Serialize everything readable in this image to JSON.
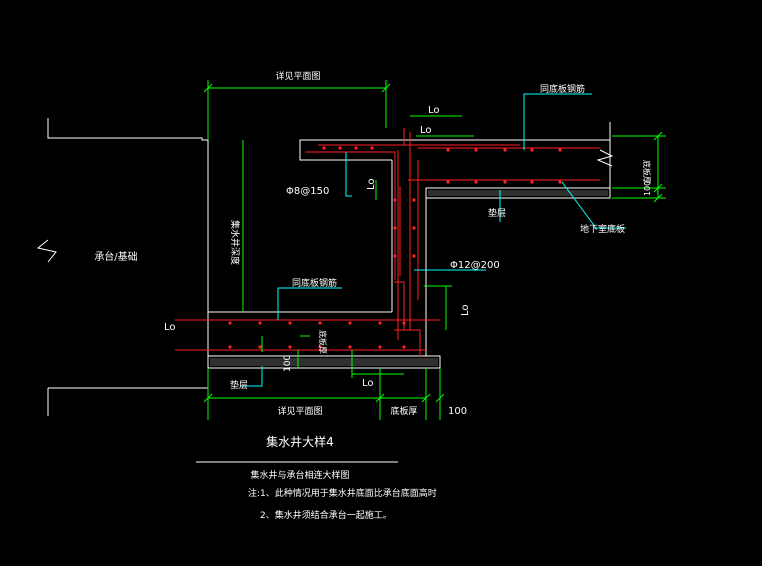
{
  "drawing": {
    "title": "集水井大样4",
    "subtitle": "集水井与承台相连大样图",
    "notes": [
      "注:1、此种情况用于集水井底面比承台底面高时",
      "2、集水井须结合承台一起施工。"
    ]
  },
  "labels": {
    "top_dim": "详见平面图",
    "bottom_dim_left": "详见平面图",
    "bottom_dim_right": "底板厚",
    "dim_100": "100",
    "dim_100_right": "100",
    "dim_108": "100",
    "plate_thickness_right": "底板厚",
    "pit_depth": "集水井深度",
    "cap_label": "承台/基础",
    "rebar_top": "同底板钢筋",
    "rebar_mid": "同底板钢筋",
    "rebar_phi8": "Φ8@150",
    "rebar_phi12": "Φ12@200",
    "slab_label": "地下室底板",
    "cushion_top": "垫层",
    "cushion_bottom": "垫层",
    "plate_thick_mid": "底板厚",
    "lo_1": "Lo",
    "lo_2": "Lo",
    "lo_3": "Lo",
    "lo_4": "Lo",
    "lo_5": "Lo",
    "lo_6": "Lo"
  },
  "colors": {
    "background": "#000000",
    "outline": "#ffffff",
    "dimension": "#00ff00",
    "rebar": "#ff2020",
    "leader": "#00ffff",
    "text": "#ffffff"
  }
}
